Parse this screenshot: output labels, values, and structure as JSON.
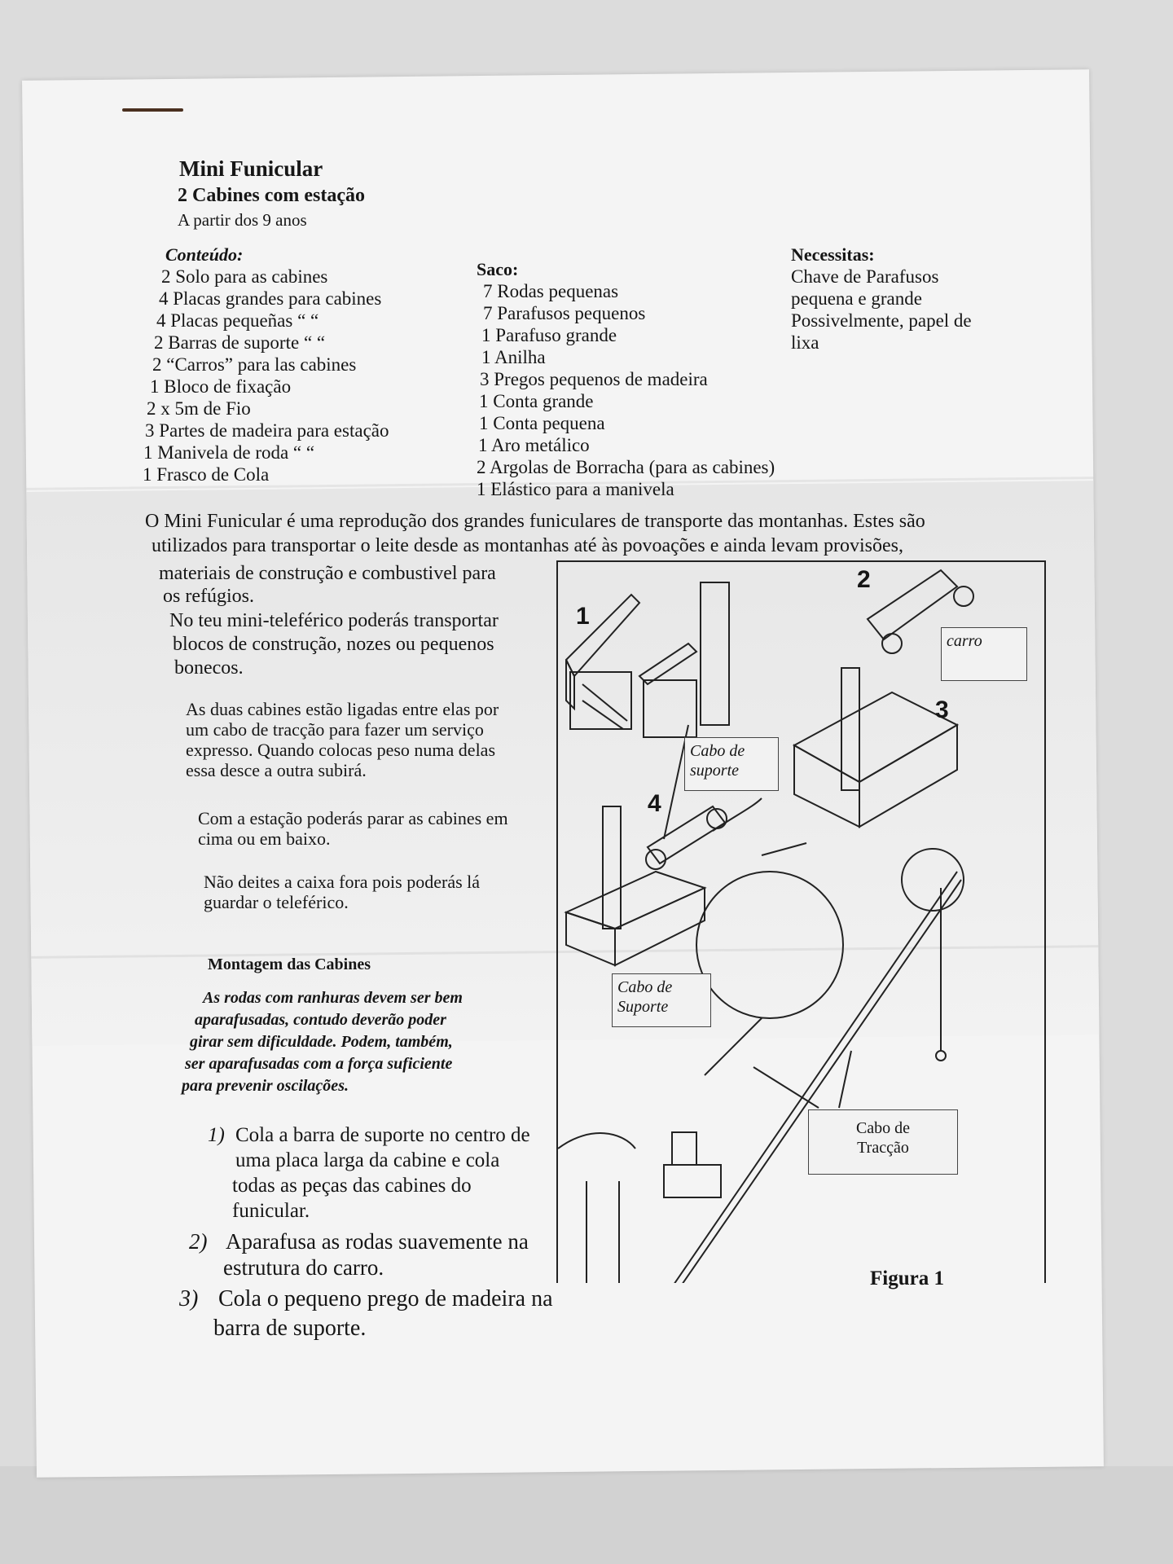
{
  "header": {
    "title": "Mini Funicular",
    "subtitle": "2 Cabines com estação",
    "age": "A partir dos 9 anos"
  },
  "contents": {
    "heading": "Conteúdo:",
    "items": [
      "2  Solo para as cabines",
      "4  Placas grandes para cabines",
      "4  Placas pequeñas “    “",
      "2  Barras de suporte “  “",
      "2  “Carros” para las cabines",
      "1  Bloco de fixação",
      "2 x 5m de Fio",
      "3  Partes de madeira para estação",
      "1  Manivela de roda   “     “",
      "1  Frasco de Cola"
    ]
  },
  "bag": {
    "heading": "Saco:",
    "items": [
      "7 Rodas pequenas",
      "7 Parafusos pequenos",
      "1 Parafuso grande",
      "1  Anilha",
      "3  Pregos pequenos de madeira",
      "1 Conta grande",
      "1 Conta pequena",
      "1 Aro metálico",
      "2 Argolas de Borracha (para as cabines)",
      "1 Elástico para a manivela"
    ]
  },
  "needs": {
    "heading": "Necessitas:",
    "lines": [
      "Chave de Parafusos",
      "pequena e grande",
      "Possivelmente, papel de",
      "lixa"
    ]
  },
  "intro": {
    "line1": "O Mini Funicular é uma reprodução dos grandes funiculares de transporte das montanhas. Estes são",
    "line2": "utilizados para transportar o leite desde as montanhas até às povoações e ainda levam provisões,",
    "line3": "materiais de construção e combustivel para",
    "line4": "os refúgios.",
    "p2": [
      "No teu mini-teleférico poderás transportar",
      "blocos de construção, nozes ou pequenos",
      "bonecos."
    ],
    "p3": [
      "As duas cabines  estão ligadas entre elas por",
      "um cabo de tracção para fazer um serviço",
      "expresso. Quando colocas peso numa delas",
      "essa desce a outra subirá."
    ],
    "p4": [
      "Com a estação poderás parar as cabines em",
      "cima ou em baixo."
    ],
    "p5": [
      "Não deites a caixa fora pois poderás lá",
      "guardar o teleférico."
    ]
  },
  "assembly": {
    "heading": "Montagem das Cabines",
    "bold_lines": [
      "As rodas com ranhuras devem ser bem",
      "aparafusadas, contudo deverão poder",
      "girar sem dificuldade. Podem, também,",
      "ser aparafusadas com a força suficiente",
      "para prevenir oscilações."
    ],
    "steps": [
      {
        "n": "1)",
        "lines": [
          "Cola a barra de suporte no centro de",
          "uma placa larga da cabine e cola",
          "todas as peças das cabines do",
          "funicular."
        ]
      },
      {
        "n": "2)",
        "lines": [
          "Aparafusa as rodas suavemente na",
          "estrutura do carro."
        ]
      },
      {
        "n": "3)",
        "lines": [
          "Cola o pequeno prego de madeira na",
          "barra de suporte."
        ]
      }
    ]
  },
  "figure": {
    "numbers": [
      "1",
      "2",
      "3",
      "4"
    ],
    "label_carro": "carro",
    "label_cabo_suporte_1": [
      "Cabo de",
      "suporte"
    ],
    "label_cabo_suporte_2": [
      "Cabo de",
      "Suporte"
    ],
    "label_cabo_traccao": [
      "Cabo de",
      "Tracção"
    ],
    "caption": "Figura 1"
  }
}
